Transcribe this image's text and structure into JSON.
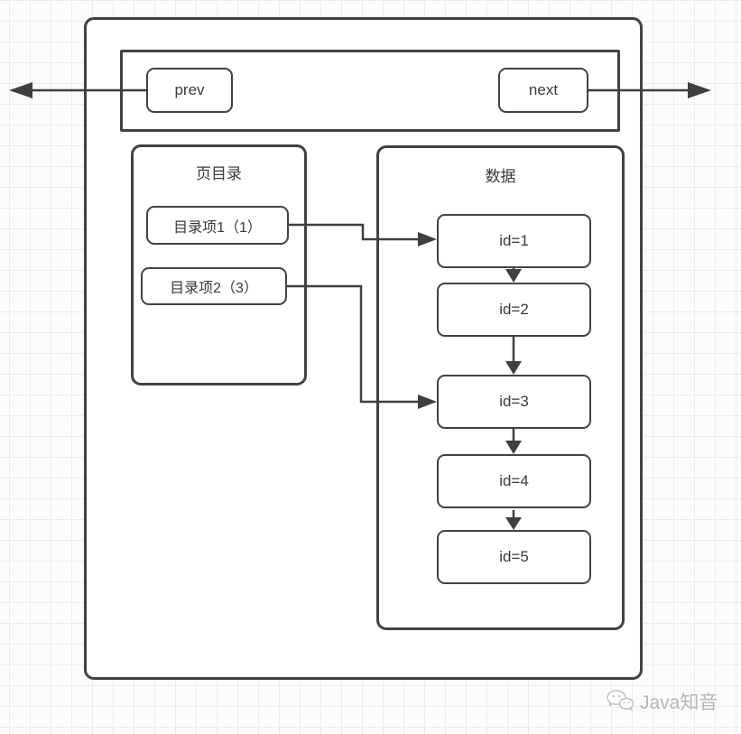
{
  "diagram": {
    "nav": {
      "prev_label": "prev",
      "next_label": "next"
    },
    "directory": {
      "title": "页目录",
      "items": [
        {
          "label": "目录项1（1）"
        },
        {
          "label": "目录项2（3）"
        }
      ]
    },
    "data_area": {
      "title": "数据",
      "items": [
        {
          "label": "id=1"
        },
        {
          "label": "id=2"
        },
        {
          "label": "id=3"
        },
        {
          "label": "id=4"
        },
        {
          "label": "id=5"
        }
      ]
    },
    "watermark": {
      "text": "Java知音",
      "icon": "wechat-icon"
    },
    "colors": {
      "line": "#3f3f3f",
      "grid": "#ececec",
      "background": "#fcfcfc",
      "box_border": "#424242",
      "watermark": "#b5b5b5"
    }
  }
}
